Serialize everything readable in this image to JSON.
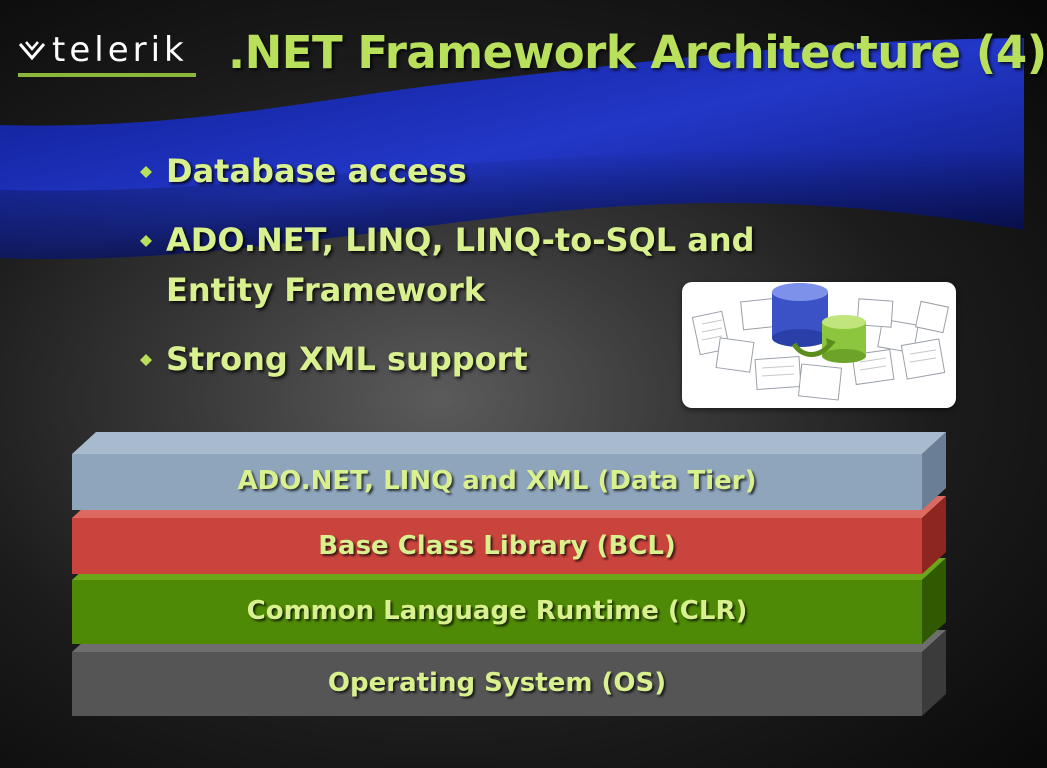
{
  "logo": {
    "text": "telerik",
    "icon": "telerik-mark-icon"
  },
  "title": ".NET Framework Architecture (4)",
  "bullets": [
    {
      "text": "Database access"
    },
    {
      "text": "ADO.NET, LINQ, LINQ-to-SQL and Entity Framework"
    },
    {
      "text": "Strong XML support"
    }
  ],
  "image": {
    "icon": "database-diagram-icon"
  },
  "stack": [
    {
      "label": "ADO.NET, LINQ and XML (Data Tier)",
      "color": "#8fa5bb"
    },
    {
      "label": "Base Class Library (BCL)",
      "color": "#c9443c"
    },
    {
      "label": "Common Language Runtime (CLR)",
      "color": "#4f8a06"
    },
    {
      "label": "Operating System (OS)",
      "color": "#555555"
    }
  ],
  "colors": {
    "title": "#b9e05a",
    "bullet_text": "#d9f08e",
    "accent": "#8bb73c",
    "swoosh": "#1b2fb0"
  }
}
